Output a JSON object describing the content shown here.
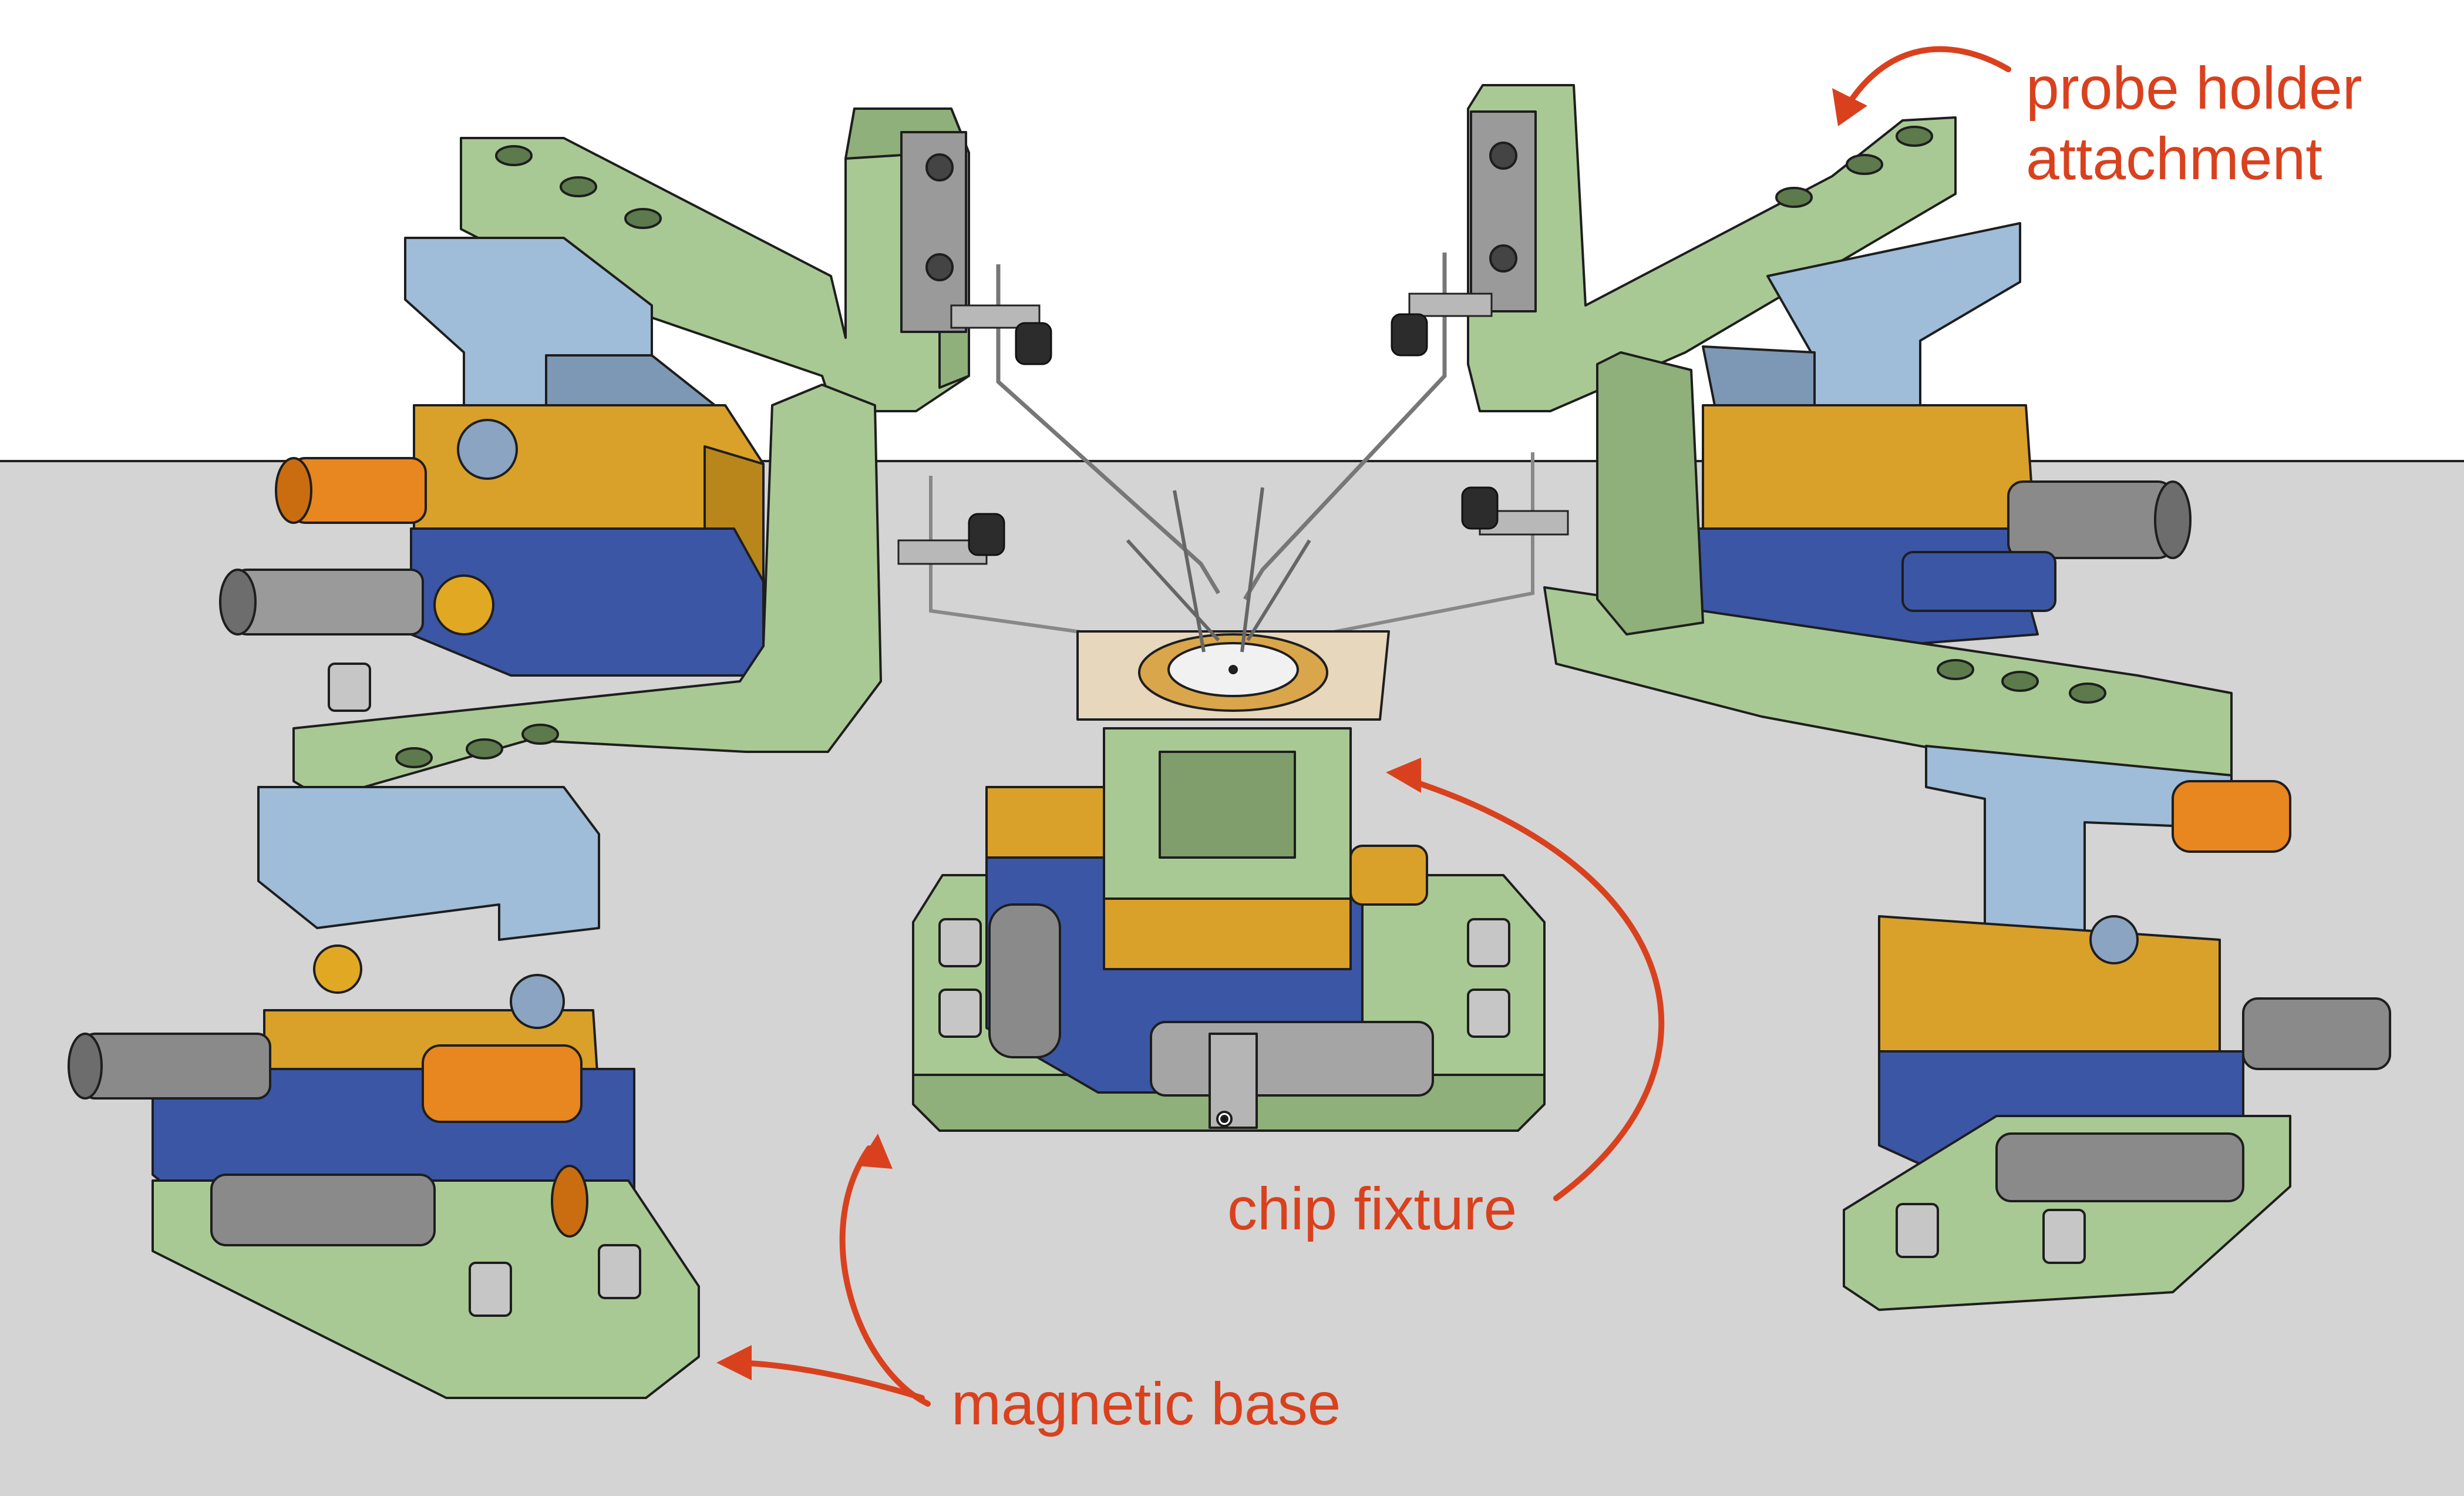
{
  "labels": {
    "probe_holder_line1": "probe holder",
    "probe_holder_line2": "attachment",
    "chip_fixture": "chip fixture",
    "magnetic_base": "magnetic base"
  },
  "colors": {
    "label": "#d9411e",
    "floor": "#d4d4d4",
    "background": "#ffffff",
    "green_part": "#a9c994",
    "light_blue_part": "#9fbcd8",
    "gold_part": "#d9a12a",
    "navy_part": "#3b56a5",
    "orange_knob": "#e8861f",
    "gray_micrometer": "#8a8a8a"
  }
}
